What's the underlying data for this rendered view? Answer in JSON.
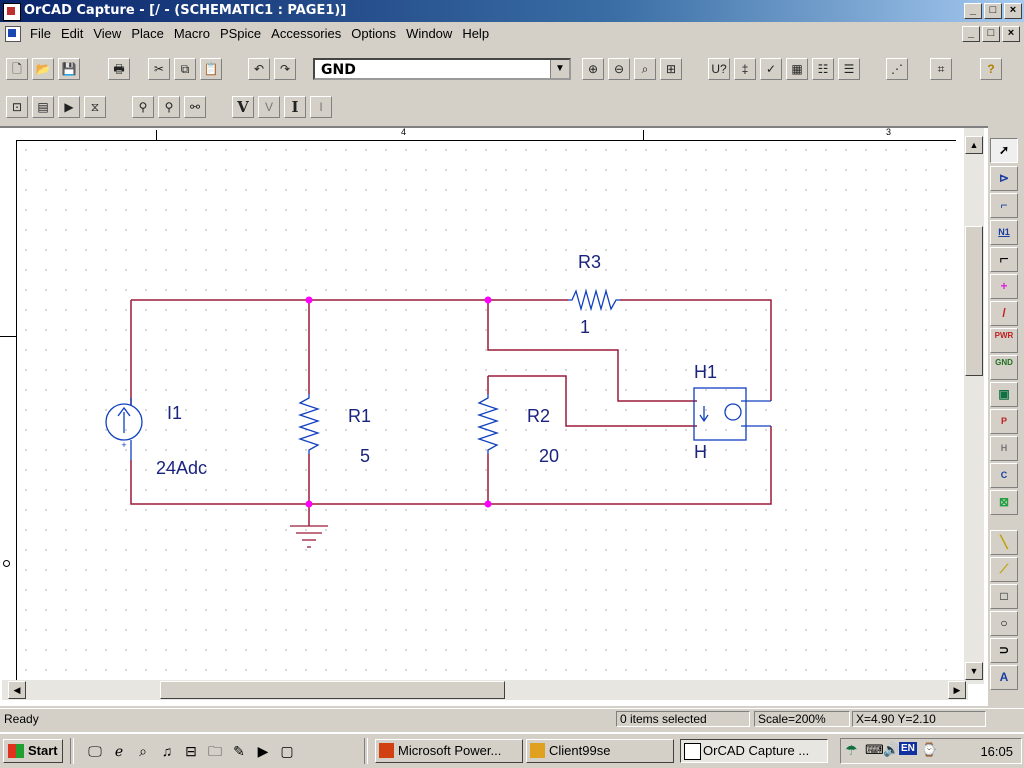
{
  "window": {
    "title": "OrCAD Capture - [/ - (SCHEMATIC1 : PAGE1)]",
    "btn_min": "_",
    "btn_max": "□",
    "btn_close": "×"
  },
  "menu": [
    "File",
    "Edit",
    "View",
    "Place",
    "Macro",
    "PSpice",
    "Accessories",
    "Options",
    "Window",
    "Help"
  ],
  "toolbar": {
    "part_combo_value": "GND",
    "combo_arrow": "▼"
  },
  "ruler": {
    "mark_1": "4",
    "mark_2": "3"
  },
  "schematic": {
    "r3_ref": "R3",
    "r3_value": "1",
    "i1_ref": "I1",
    "i1_value": "24Adc",
    "r1_ref": "R1",
    "r1_value": "5",
    "r2_ref": "R2",
    "r2_value": "20",
    "h1_ref": "H1",
    "h1_value": "H"
  },
  "palette": [
    "select-tool",
    "place-part",
    "place-wire",
    "place-net-alias",
    "place-bus",
    "place-junction",
    "place-bus-entry",
    "place-power",
    "place-ground",
    "place-hierarchical-block",
    "place-port",
    "place-pin",
    "place-off-page-connector",
    "place-no-connect",
    "place-line",
    "place-polyline",
    "place-rectangle",
    "place-ellipse",
    "place-arc",
    "place-text"
  ],
  "palette_labels": {
    "net_alias": "N1",
    "power": "PWR",
    "ground": "GND",
    "port": "P",
    "pin": "H",
    "offpage": "C",
    "text": "A"
  },
  "status": {
    "ready": "Ready",
    "items_selected": "0 items selected",
    "scale": "Scale=200%",
    "coords": "X=4.90  Y=2.10"
  },
  "taskbar": {
    "start": "Start",
    "tasks": [
      "Microsoft Power...",
      "Client99se",
      "OrCAD Capture ..."
    ],
    "clock": "16:05",
    "lang": "EN"
  },
  "colors": {
    "wire": "#9c1b3a",
    "junction": "#ff00ff",
    "text": "#1a237e",
    "symbol": "#1040c0"
  }
}
